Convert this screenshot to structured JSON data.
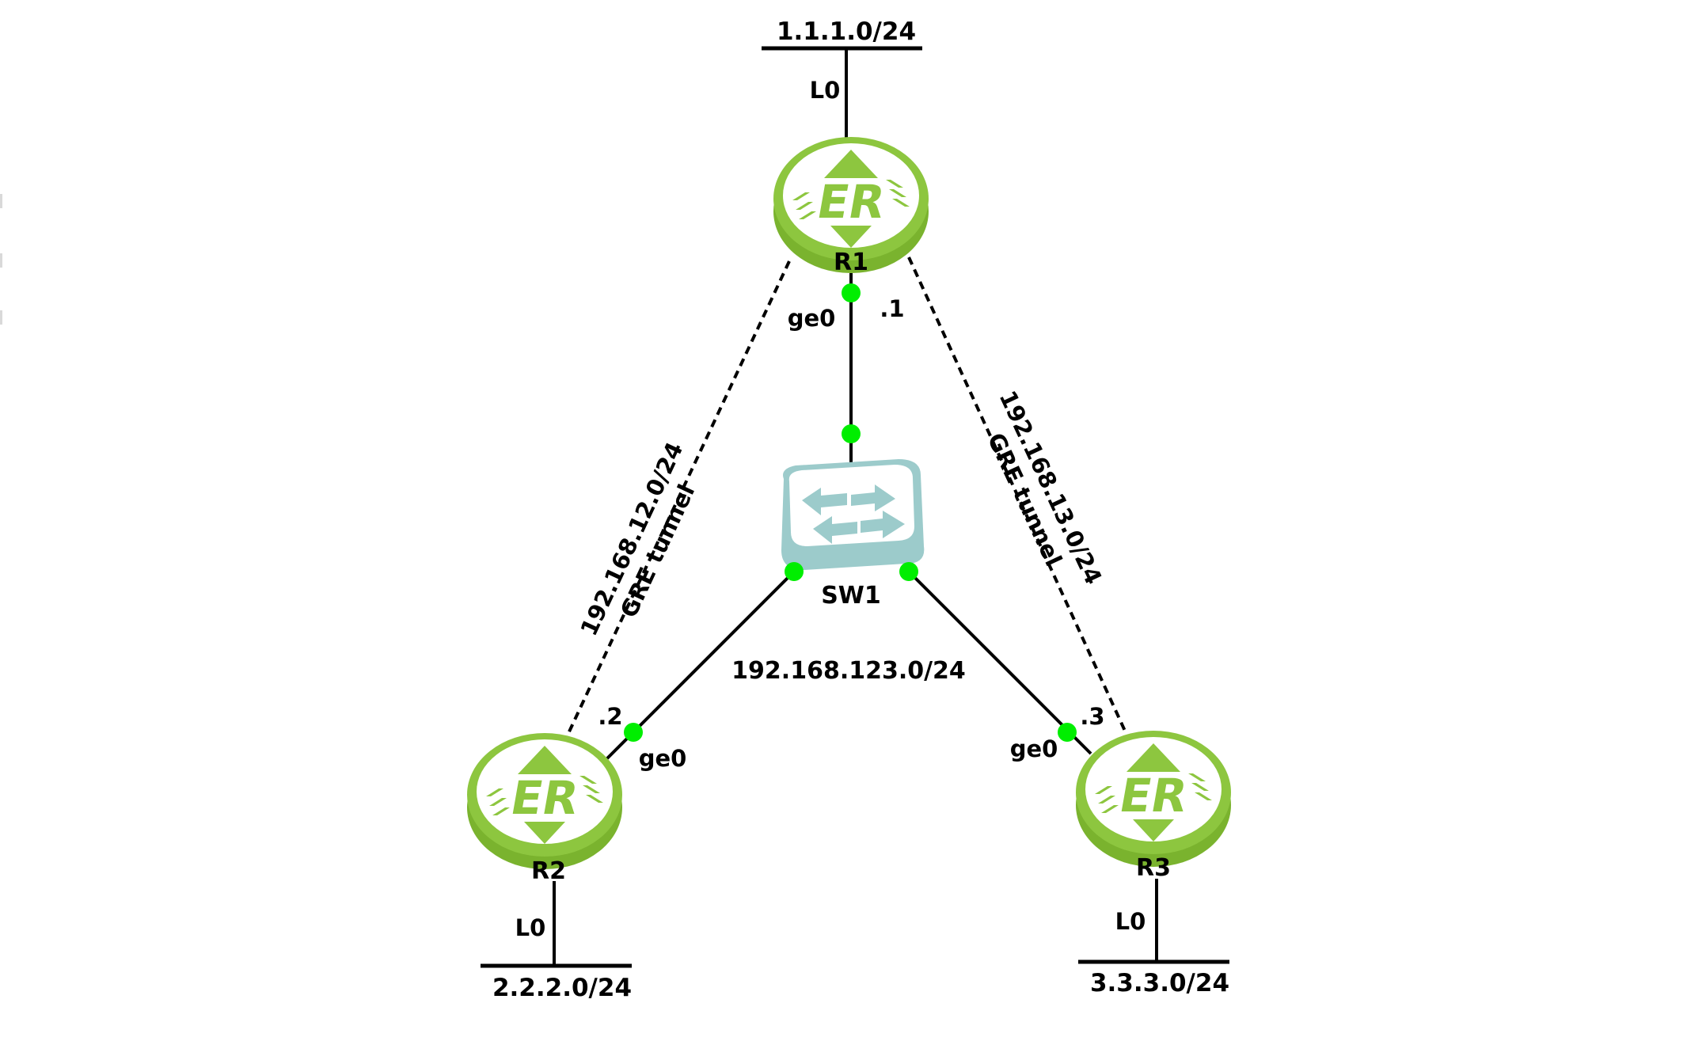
{
  "diagram": {
    "title": "GRE tunnel topology",
    "colors": {
      "router": "#8dc63f",
      "router_dark": "#7ab32e",
      "switch": "#9ccbcb",
      "port": "#00ee00",
      "line": "#000000"
    },
    "nodes": [
      {
        "id": "R1",
        "label": "R1",
        "type": "router",
        "icon": "router-er-icon"
      },
      {
        "id": "R2",
        "label": "R2",
        "type": "router",
        "icon": "router-er-icon"
      },
      {
        "id": "R3",
        "label": "R3",
        "type": "router",
        "icon": "router-er-icon"
      },
      {
        "id": "SW1",
        "label": "SW1",
        "type": "switch",
        "icon": "switch-icon"
      }
    ],
    "loopbacks": [
      {
        "router": "R1",
        "interface": "L0",
        "network": "1.1.1.0/24"
      },
      {
        "router": "R2",
        "interface": "L0",
        "network": "2.2.2.0/24"
      },
      {
        "router": "R3",
        "interface": "L0",
        "network": "3.3.3.0/24"
      }
    ],
    "links": [
      {
        "from": "R1",
        "to": "SW1",
        "interface": "ge0",
        "host": ".1",
        "style": "solid"
      },
      {
        "from": "R2",
        "to": "SW1",
        "interface": "ge0",
        "host": ".2",
        "style": "solid"
      },
      {
        "from": "R3",
        "to": "SW1",
        "interface": "ge0",
        "host": ".3",
        "style": "solid"
      }
    ],
    "lan_network": "192.168.123.0/24",
    "tunnels": [
      {
        "from": "R1",
        "to": "R2",
        "network": "192.168.12.0/24",
        "label": "GRE tunnel",
        "style": "dashed"
      },
      {
        "from": "R1",
        "to": "R3",
        "network": "192.168.13.0/24",
        "label": "GRE tunnel",
        "style": "dashed"
      }
    ]
  }
}
